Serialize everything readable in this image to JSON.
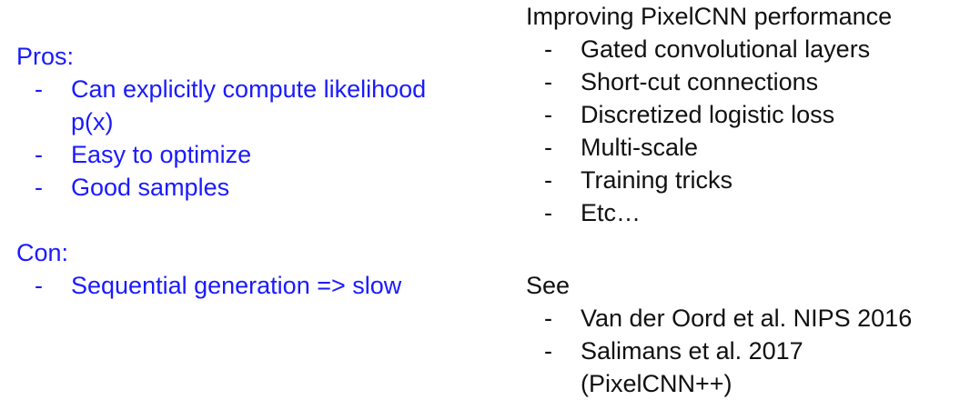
{
  "left": {
    "pros_heading": "Pros:",
    "pros_items": [
      "Can explicitly compute likelihood p(x)",
      "Easy to optimize",
      "Good samples"
    ],
    "con_heading": "Con:",
    "con_items": [
      "Sequential generation => slow"
    ],
    "text_color": "#1a1aff"
  },
  "right": {
    "improve_heading": "Improving PixelCNN performance",
    "improve_items": [
      "Gated convolutional layers",
      "Short-cut connections",
      "Discretized logistic loss",
      "Multi-scale",
      "Training tricks",
      "Etc…"
    ],
    "see_heading": "See",
    "see_items": [
      "Van der Oord et al. NIPS 2016",
      "Salimans et al. 2017 (PixelCNN++)"
    ],
    "text_color": "#111111"
  },
  "bullet_symbol": "-"
}
